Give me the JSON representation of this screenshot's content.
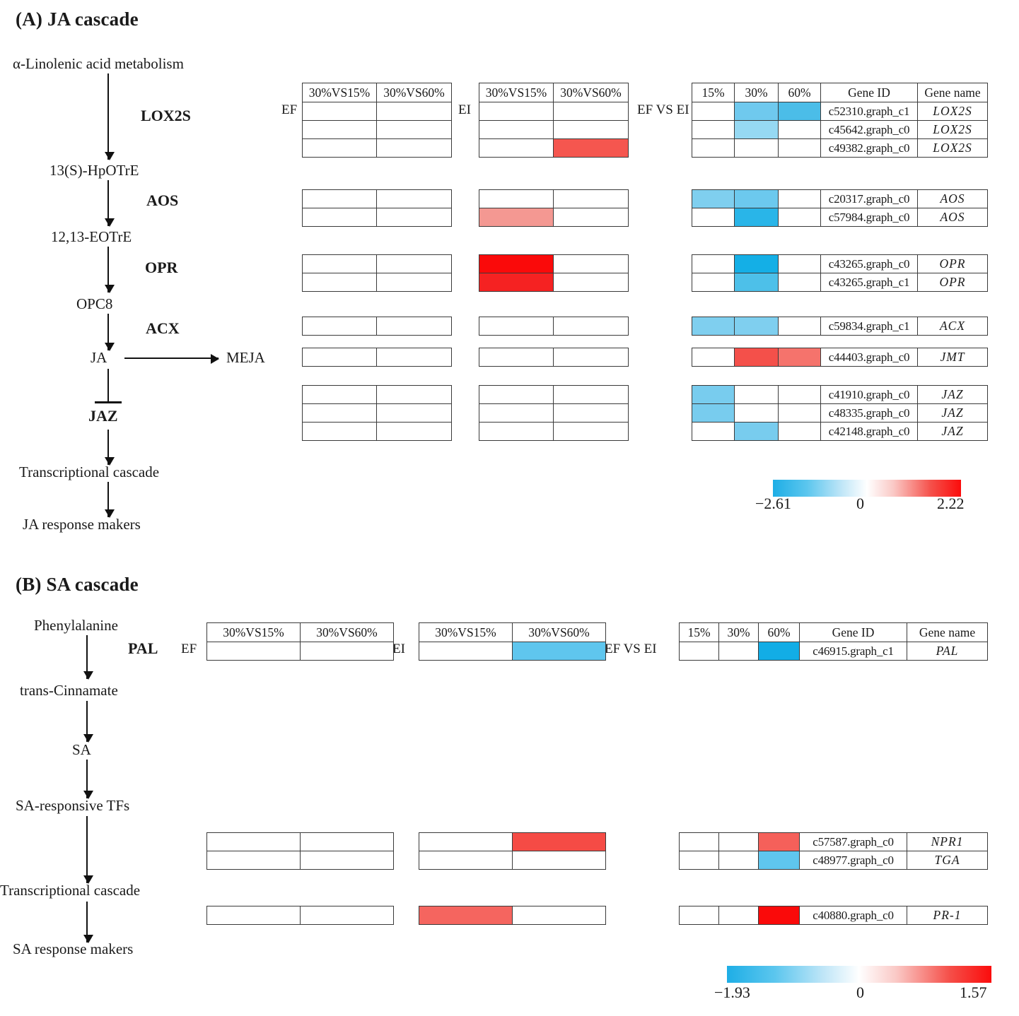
{
  "figure": {
    "panels": [
      {
        "id": "A",
        "title": "(A) JA cascade",
        "pathway": {
          "nodes": [
            "α-Linolenic acid metabolism",
            "13(S)-HpOTrE",
            "12,13-EOTrE",
            "OPC8",
            "JA",
            "JAZ",
            "Transcriptional cascade",
            "JA response makers"
          ],
          "branch_node": "MEJA",
          "enzymes": [
            "LOX2S",
            "AOS",
            "OPR",
            "ACX"
          ],
          "repressor": "JAZ"
        },
        "group_labels": {
          "ef": "EF",
          "ei": "EI",
          "ef_vs_ei": "EF VS EI"
        },
        "headers": {
          "ef": [
            "30%VS15%",
            "30%VS60%"
          ],
          "ei": [
            "30%VS15%",
            "30%VS60%"
          ],
          "ef_vs_ei": [
            "15%",
            "30%",
            "60%",
            "Gene ID",
            "Gene name"
          ]
        },
        "legend": {
          "min": "−2.61",
          "mid": "0",
          "max": "2.22"
        },
        "blocks": [
          {
            "name": "LOX2S",
            "rows": [
              {
                "ef": [
                  "#ffffff",
                  "#ffffff"
                ],
                "ei": [
                  "#ffffff",
                  "#ffffff"
                ],
                "efvsei": [
                  "#ffffff",
                  "#6FC9EE",
                  "#4BBDE8"
                ],
                "gene_id": "c52310.graph_c1",
                "gene_name": "LOX2S"
              },
              {
                "ef": [
                  "#ffffff",
                  "#ffffff"
                ],
                "ei": [
                  "#ffffff",
                  "#ffffff"
                ],
                "efvsei": [
                  "#ffffff",
                  "#96D9F3",
                  "#ffffff"
                ],
                "gene_id": "c45642.graph_c0",
                "gene_name": "LOX2S"
              },
              {
                "ef": [
                  "#ffffff",
                  "#ffffff"
                ],
                "ei": [
                  "#ffffff",
                  "#F5564F"
                ],
                "efvsei": [
                  "#ffffff",
                  "#ffffff",
                  "#ffffff"
                ],
                "gene_id": "c49382.graph_c0",
                "gene_name": "LOX2S"
              }
            ]
          },
          {
            "name": "AOS",
            "rows": [
              {
                "ef": [
                  "#ffffff",
                  "#ffffff"
                ],
                "ei": [
                  "#ffffff",
                  "#ffffff"
                ],
                "efvsei": [
                  "#7FCFEF",
                  "#6CC9EE",
                  "#ffffff"
                ],
                "gene_id": "c20317.graph_c0",
                "gene_name": "AOS"
              },
              {
                "ef": [
                  "#ffffff",
                  "#ffffff"
                ],
                "ei": [
                  "#F49892",
                  "#ffffff"
                ],
                "efvsei": [
                  "#ffffff",
                  "#29B5E8",
                  "#ffffff"
                ],
                "gene_id": "c57984.graph_c0",
                "gene_name": "AOS"
              }
            ]
          },
          {
            "name": "OPR",
            "rows": [
              {
                "ef": [
                  "#ffffff",
                  "#ffffff"
                ],
                "ei": [
                  "#FA0A0A",
                  "#ffffff"
                ],
                "efvsei": [
                  "#ffffff",
                  "#14AFE6",
                  "#ffffff"
                ],
                "gene_id": "c43265.graph_c0",
                "gene_name": "OPR"
              },
              {
                "ef": [
                  "#ffffff",
                  "#ffffff"
                ],
                "ei": [
                  "#F52222",
                  "#ffffff"
                ],
                "efvsei": [
                  "#ffffff",
                  "#4DC0E9",
                  "#ffffff"
                ],
                "gene_id": "c43265.graph_c1",
                "gene_name": "OPR"
              }
            ]
          },
          {
            "name": "ACX",
            "rows": [
              {
                "ef": [
                  "#ffffff",
                  "#ffffff"
                ],
                "ei": [
                  "#ffffff",
                  "#ffffff"
                ],
                "efvsei": [
                  "#7FCFEF",
                  "#7FCFEF",
                  "#ffffff"
                ],
                "gene_id": "c59834.graph_c1",
                "gene_name": "ACX"
              }
            ]
          },
          {
            "name": "JMT",
            "rows": [
              {
                "ef": [
                  "#ffffff",
                  "#ffffff"
                ],
                "ei": [
                  "#ffffff",
                  "#ffffff"
                ],
                "efvsei": [
                  "#ffffff",
                  "#F4504A",
                  "#F5736C"
                ],
                "gene_id": "c44403.graph_c0",
                "gene_name": "JMT"
              }
            ]
          },
          {
            "name": "JAZ",
            "rows": [
              {
                "ef": [
                  "#ffffff",
                  "#ffffff"
                ],
                "ei": [
                  "#ffffff",
                  "#ffffff"
                ],
                "efvsei": [
                  "#78CCEE",
                  "#ffffff",
                  "#ffffff"
                ],
                "gene_id": "c41910.graph_c0",
                "gene_name": "JAZ"
              },
              {
                "ef": [
                  "#ffffff",
                  "#ffffff"
                ],
                "ei": [
                  "#ffffff",
                  "#ffffff"
                ],
                "efvsei": [
                  "#78CCEE",
                  "#ffffff",
                  "#ffffff"
                ],
                "gene_id": "c48335.graph_c0",
                "gene_name": "JAZ"
              },
              {
                "ef": [
                  "#ffffff",
                  "#ffffff"
                ],
                "ei": [
                  "#ffffff",
                  "#ffffff"
                ],
                "efvsei": [
                  "#ffffff",
                  "#78CCEE",
                  "#ffffff"
                ],
                "gene_id": "c42148.graph_c0",
                "gene_name": "JAZ"
              }
            ]
          }
        ]
      },
      {
        "id": "B",
        "title": "(B) SA cascade",
        "pathway": {
          "nodes": [
            "Phenylalanine",
            "trans-Cinnamate",
            "SA",
            "SA-responsive TFs",
            "Transcriptional cascade",
            "SA response makers"
          ],
          "enzymes": [
            "PAL"
          ]
        },
        "group_labels": {
          "ef": "EF",
          "ei": "EI",
          "ef_vs_ei": "EF VS EI"
        },
        "headers": {
          "ef": [
            "30%VS15%",
            "30%VS60%"
          ],
          "ei": [
            "30%VS15%",
            "30%VS60%"
          ],
          "ef_vs_ei": [
            "15%",
            "30%",
            "60%",
            "Gene ID",
            "Gene name"
          ]
        },
        "legend": {
          "min": "−1.93",
          "mid": "0",
          "max": "1.57"
        },
        "blocks": [
          {
            "name": "PAL",
            "rows": [
              {
                "ef": [
                  "#ffffff",
                  "#ffffff"
                ],
                "ei": [
                  "#ffffff",
                  "#5FC6EE"
                ],
                "efvsei": [
                  "#ffffff",
                  "#ffffff",
                  "#12ADE6"
                ],
                "gene_id": "c46915.graph_c1",
                "gene_name": "PAL"
              }
            ]
          },
          {
            "name": "TFs",
            "rows": [
              {
                "ef": [
                  "#ffffff",
                  "#ffffff"
                ],
                "ei": [
                  "#ffffff",
                  "#F54B45"
                ],
                "efvsei": [
                  "#ffffff",
                  "#ffffff",
                  "#F5605A"
                ],
                "gene_id": "c57587.graph_c0",
                "gene_name": "NPR1"
              },
              {
                "ef": [
                  "#ffffff",
                  "#ffffff"
                ],
                "ei": [
                  "#ffffff",
                  "#ffffff"
                ],
                "efvsei": [
                  "#ffffff",
                  "#ffffff",
                  "#5FC6EE"
                ],
                "gene_id": "c48977.graph_c0",
                "gene_name": "TGA"
              }
            ]
          },
          {
            "name": "PR",
            "rows": [
              {
                "ef": [
                  "#ffffff",
                  "#ffffff"
                ],
                "ei": [
                  "#F5655F",
                  "#ffffff"
                ],
                "efvsei": [
                  "#ffffff",
                  "#ffffff",
                  "#FA0A0A"
                ],
                "gene_id": "c40880.graph_c0",
                "gene_name": "PR-1"
              }
            ]
          }
        ]
      }
    ]
  },
  "chart_data": {
    "type": "heatmap",
    "title": "JA and SA cascade gene expression heatmaps",
    "colorscales": [
      {
        "panel": "A",
        "min": -2.61,
        "mid": 0,
        "max": 2.22,
        "low_color": "#1EAEE6",
        "mid_color": "#FFFFFF",
        "high_color": "#FB0C0C"
      },
      {
        "panel": "B",
        "min": -1.93,
        "mid": 0,
        "max": 1.57,
        "low_color": "#1EAEE6",
        "mid_color": "#FFFFFF",
        "high_color": "#FB0C0C"
      }
    ],
    "column_groups": [
      {
        "label": "EF",
        "columns": [
          "30%VS15%",
          "30%VS60%"
        ]
      },
      {
        "label": "EI",
        "columns": [
          "30%VS15%",
          "30%VS60%"
        ]
      },
      {
        "label": "EF VS EI",
        "columns": [
          "15%",
          "30%",
          "60%"
        ]
      }
    ],
    "genes": [
      {
        "panel": "A",
        "gene_id": "c52310.graph_c1",
        "gene_name": "LOX2S",
        "EF": [
          0,
          0
        ],
        "EI": [
          0,
          0
        ],
        "EFvsEI": [
          0,
          -1.5,
          -2.1
        ]
      },
      {
        "panel": "A",
        "gene_id": "c45642.graph_c0",
        "gene_name": "LOX2S",
        "EF": [
          0,
          0
        ],
        "EI": [
          0,
          0
        ],
        "EFvsEI": [
          0,
          -1.0,
          0
        ]
      },
      {
        "panel": "A",
        "gene_id": "c49382.graph_c0",
        "gene_name": "LOX2S",
        "EF": [
          0,
          0
        ],
        "EI": [
          0,
          1.6
        ],
        "EFvsEI": [
          0,
          0,
          0
        ]
      },
      {
        "panel": "A",
        "gene_id": "c20317.graph_c0",
        "gene_name": "AOS",
        "EF": [
          0,
          0
        ],
        "EI": [
          0,
          0
        ],
        "EFvsEI": [
          -1.3,
          -1.5,
          0
        ]
      },
      {
        "panel": "A",
        "gene_id": "c57984.graph_c0",
        "gene_name": "AOS",
        "EF": [
          0,
          0
        ],
        "EI": [
          0.9,
          0
        ],
        "EFvsEI": [
          0,
          -2.3,
          0
        ]
      },
      {
        "panel": "A",
        "gene_id": "c43265.graph_c0",
        "gene_name": "OPR",
        "EF": [
          0,
          0
        ],
        "EI": [
          2.22,
          0
        ],
        "EFvsEI": [
          0,
          -2.5,
          0
        ]
      },
      {
        "panel": "A",
        "gene_id": "c43265.graph_c1",
        "gene_name": "OPR",
        "EF": [
          0,
          0
        ],
        "EI": [
          2.1,
          0
        ],
        "EFvsEI": [
          0,
          -2.0,
          0
        ]
      },
      {
        "panel": "A",
        "gene_id": "c59834.graph_c1",
        "gene_name": "ACX",
        "EF": [
          0,
          0
        ],
        "EI": [
          0,
          0
        ],
        "EFvsEI": [
          -1.3,
          -1.3,
          0
        ]
      },
      {
        "panel": "A",
        "gene_id": "c44403.graph_c0",
        "gene_name": "JMT",
        "EF": [
          0,
          0
        ],
        "EI": [
          0,
          0
        ],
        "EFvsEI": [
          0,
          1.8,
          1.4
        ]
      },
      {
        "panel": "A",
        "gene_id": "c41910.graph_c0",
        "gene_name": "JAZ",
        "EF": [
          0,
          0
        ],
        "EI": [
          0,
          0
        ],
        "EFvsEI": [
          -1.2,
          0,
          0
        ]
      },
      {
        "panel": "A",
        "gene_id": "c48335.graph_c0",
        "gene_name": "JAZ",
        "EF": [
          0,
          0
        ],
        "EI": [
          0,
          0
        ],
        "EFvsEI": [
          -1.2,
          0,
          0
        ]
      },
      {
        "panel": "A",
        "gene_id": "c42148.graph_c0",
        "gene_name": "JAZ",
        "EF": [
          0,
          0
        ],
        "EI": [
          0,
          0
        ],
        "EFvsEI": [
          0,
          -1.2,
          0
        ]
      },
      {
        "panel": "B",
        "gene_id": "c46915.graph_c1",
        "gene_name": "PAL",
        "EF": [
          0,
          0
        ],
        "EI": [
          0,
          -1.4
        ],
        "EFvsEI": [
          0,
          0,
          -1.93
        ]
      },
      {
        "panel": "B",
        "gene_id": "c57587.graph_c0",
        "gene_name": "NPR1",
        "EF": [
          0,
          0
        ],
        "EI": [
          0,
          1.5
        ],
        "EFvsEI": [
          0,
          0,
          1.3
        ]
      },
      {
        "panel": "B",
        "gene_id": "c48977.graph_c0",
        "gene_name": "TGA",
        "EF": [
          0,
          0
        ],
        "EI": [
          0,
          0
        ],
        "EFvsEI": [
          0,
          0,
          -1.4
        ]
      },
      {
        "panel": "B",
        "gene_id": "c40880.graph_c0",
        "gene_name": "PR-1",
        "EF": [
          0,
          0
        ],
        "EI": [
          1.2,
          0
        ],
        "EFvsEI": [
          0,
          0,
          1.57
        ]
      }
    ]
  }
}
